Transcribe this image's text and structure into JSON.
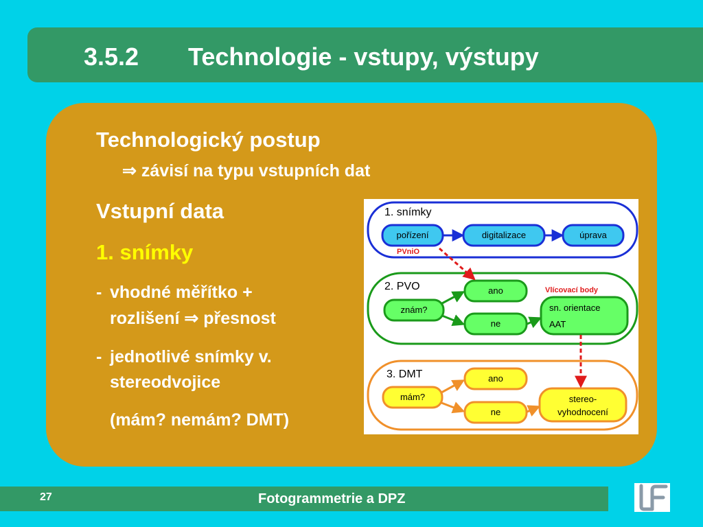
{
  "title": {
    "number": "3.5.2",
    "text": "Technologie - vstupy, výstupy"
  },
  "content": {
    "heading1": "Technologický postup",
    "implies1": "závisí na typu vstupních dat",
    "heading2": "Vstupní data",
    "item1": "1. snímky",
    "bullet1_line1": "vhodné měřítko +",
    "bullet1_line2": "rozlišení",
    "bullet1_result": "přesnost",
    "bullet2_line1": "jednotlivé snímky v.",
    "bullet2_line2": "stereodvojice",
    "note": "(mám? nemám? DMT)",
    "dash": "-",
    "arrow": "⇒"
  },
  "diagram": {
    "g1_label": "1. snímky",
    "porizeni": "pořízení",
    "pvnio": "PVniO",
    "digitalizace": "digitalizace",
    "uprava": "úprava",
    "g2_label": "2. PVO",
    "znam": "znám?",
    "ano": "ano",
    "ne": "ne",
    "vlicovaci": "Vlícovací body",
    "sn_orientace": "sn. orientace",
    "aat": "AAT",
    "g3_label": "3. DMT",
    "mam": "mám?",
    "stereo1": "stereo-",
    "stereo2": "vyhodnocení"
  },
  "footer": {
    "page": "27",
    "text": "Fotogrammetrie a DPZ"
  },
  "colors": {
    "background": "#00d2e8",
    "bar": "#339966",
    "panel": "#d4991a",
    "blue": "#1a2fd6",
    "green": "#1a9a1a",
    "orange": "#f0902a",
    "red": "#e01b1b"
  }
}
